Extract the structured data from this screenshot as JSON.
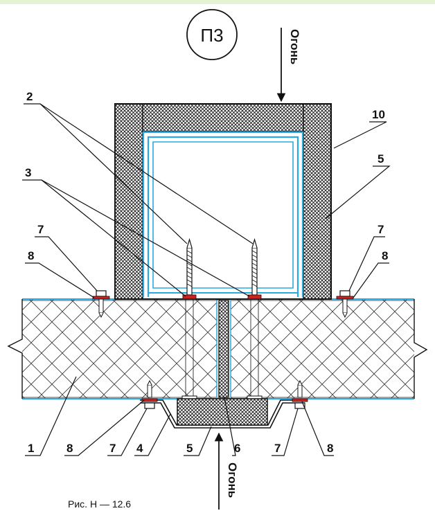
{
  "diagram": {
    "badge": "П3",
    "fire_top": "Огонь",
    "fire_bottom": "Огонь",
    "caption": "Рис. Н — 12.6",
    "callouts": {
      "c2": "2",
      "c3": "3",
      "c10": "10",
      "c5_right": "5",
      "c7_left": "7",
      "c8_left": "8",
      "c7_right": "7",
      "c8_right": "8",
      "c1": "1",
      "c8_bl": "8",
      "c7_bl": "7",
      "c4": "4",
      "c5_bottom": "5",
      "c6": "6",
      "c7_br": "7",
      "c8_br": "8"
    },
    "colors": {
      "line": "#111111",
      "blue": "#2aa8e0",
      "washer": "#cc2222",
      "strip": "#e6f2d4"
    }
  }
}
